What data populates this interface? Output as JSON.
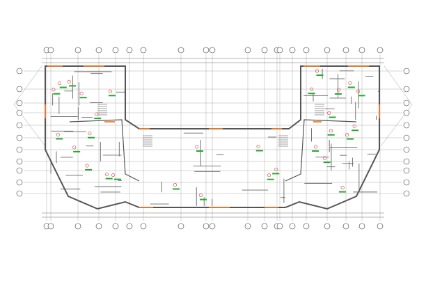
{
  "drawing": {
    "type": "architectural-floor-plan",
    "colors": {
      "walls": "#555555",
      "grid": "#9a9a9a",
      "room_markers": "#e03030",
      "area_labels": "#22aa33",
      "openings": "#f08030"
    },
    "grid_axes": {
      "top_bubbles": 20,
      "bottom_bubbles": 20,
      "left_bubbles": 11,
      "right_bubbles": 11
    }
  }
}
